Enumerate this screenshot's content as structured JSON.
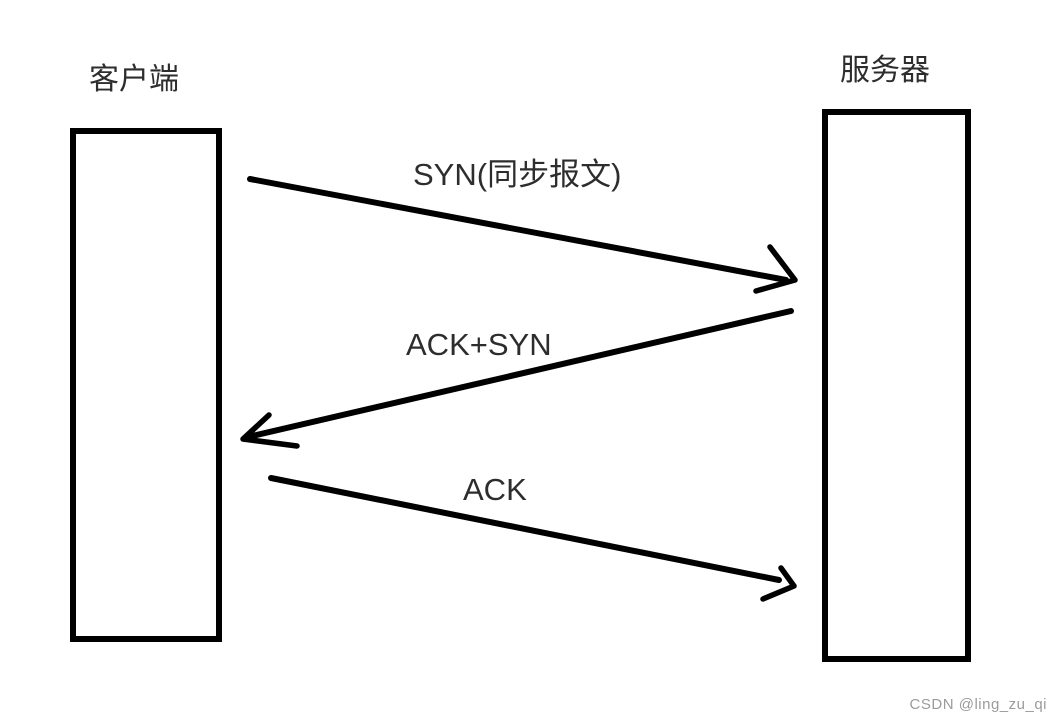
{
  "diagram": {
    "client": {
      "label": "客户端"
    },
    "server": {
      "label": "服务器"
    },
    "messages": [
      {
        "label": "SYN(同步报文)",
        "from": "client",
        "to": "server"
      },
      {
        "label": "ACK+SYN",
        "from": "server",
        "to": "client"
      },
      {
        "label": "ACK",
        "from": "client",
        "to": "server"
      }
    ]
  },
  "watermark": {
    "text": "CSDN @ling_zu_qi"
  },
  "colors": {
    "line": "#000000",
    "text": "#2d2d2d",
    "watermark": "#9b9b9b",
    "background": "#ffffff"
  }
}
